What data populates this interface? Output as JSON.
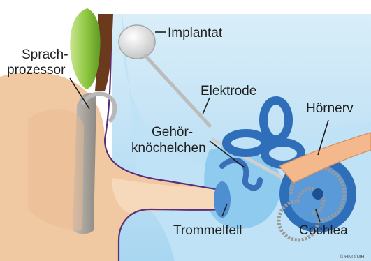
{
  "labels": {
    "implantat": "Implantat",
    "sprachprozessor_line1": "Sprach-",
    "sprachprozessor_line2": "prozessor",
    "elektrode": "Elektrode",
    "gehoerknoechelchen_line1": "Gehör-",
    "gehoerknoechelchen_line2": "knöchelchen",
    "hoernerv": "Hörnerv",
    "trommelfell": "Trommelfell",
    "cochlea": "Cochlea"
  },
  "credit": "© HNO/MH",
  "colors": {
    "background": "#ffffff",
    "skin": "#f0c9a3",
    "skin_dark": "#e2ac80",
    "hair": "#6b3a1c",
    "inner_ear_light": "#cfe9f8",
    "inner_ear_mid": "#9fd1ef",
    "bone_blue": "#6bb6e4",
    "cochlea_blue": "#2f6fba",
    "cochlea_dark": "#1d4f93",
    "processor_green": "#8cc63f",
    "processor_grey": "#9a9a9a",
    "implant_grey": "#d9d9d9",
    "nerve": "#f3b98d",
    "outline_purple": "#5a2f7a"
  }
}
